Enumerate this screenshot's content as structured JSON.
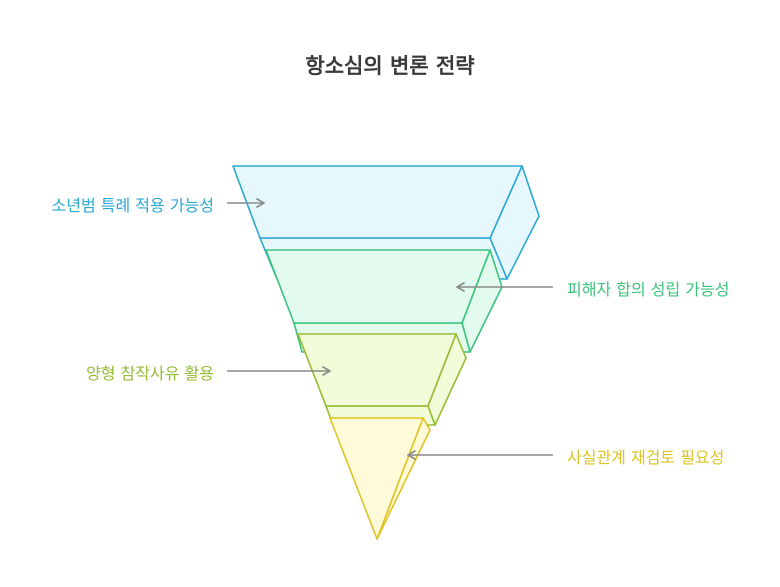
{
  "title": "항소심의 변론 전략",
  "layers": [
    {
      "label": "소년범 특례 적용 가능성",
      "color": "#2aa9d2",
      "fill": "#e6f8fd"
    },
    {
      "label": "피해자 합의 성립 가능성",
      "color": "#3cc47c",
      "fill": "#e2fbee"
    },
    {
      "label": "양형 참작사유 활용",
      "color": "#94bc34",
      "fill": "#f2fcd8"
    },
    {
      "label": "사실관계 재검토 필요성",
      "color": "#dcc523",
      "fill": "#fffad8"
    }
  ]
}
